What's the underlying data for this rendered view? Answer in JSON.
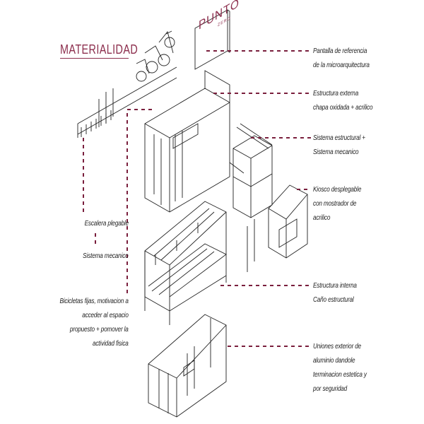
{
  "title": "MATERIALIDAD",
  "logo": {
    "main": "PUNTO",
    "sub": "ZERO"
  },
  "accent_color": "#7a1f3d",
  "labels_right": [
    {
      "lines": [
        "Pantalla de referencia",
        "de la microarquitectura"
      ]
    },
    {
      "lines": [
        "Estructura externa",
        "chapa oxidada + acrilico"
      ]
    },
    {
      "lines": [
        "Sistema estructural +",
        "Sistema mecanico"
      ]
    },
    {
      "lines": [
        "Kiosco desplegable",
        "con mostrador de",
        "acrilico"
      ]
    },
    {
      "lines": [
        "Estructura interna",
        "Caño estructural"
      ]
    },
    {
      "lines": [
        "Uniones exterior de",
        "aluminio dandole",
        "terminacion estetica y",
        "por seguridad"
      ]
    }
  ],
  "labels_left": [
    {
      "lines": [
        "Escalera plegable"
      ]
    },
    {
      "lines": [
        "Sistema mecanico"
      ]
    },
    {
      "lines": [
        "Bicicletas fijas, motivacion a",
        "acceder al espacio",
        "propuesto + pomover la",
        "actividad fisica"
      ]
    }
  ]
}
